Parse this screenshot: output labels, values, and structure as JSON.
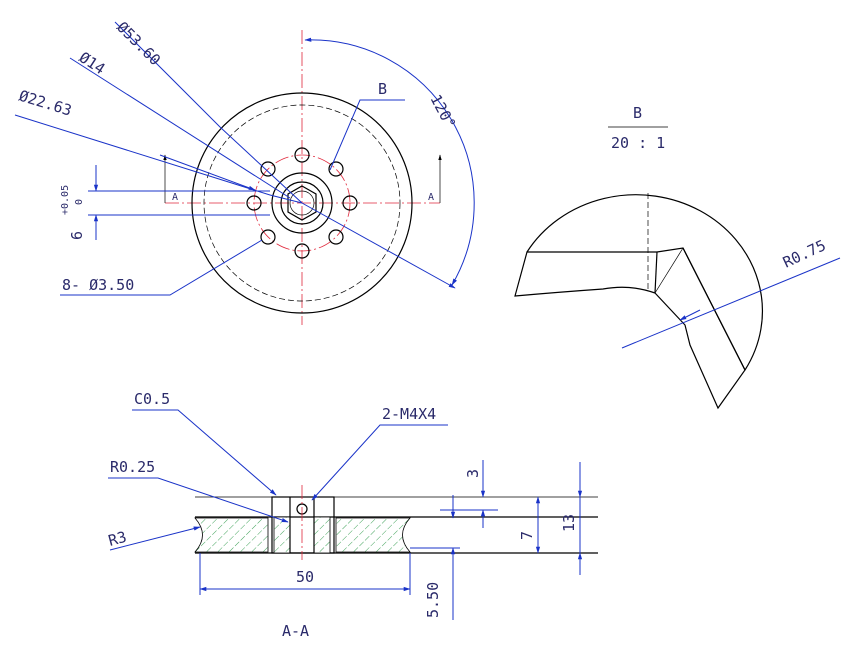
{
  "front_view": {
    "dim_outer": "Ø53.60",
    "dim_mid": "Ø14",
    "dim_pitch": "Ø22.63",
    "dim_holes": "8- Ø3.50",
    "dim_angle": "120°",
    "dim_bore": "6",
    "dim_tol_upper": "+0.05",
    "dim_tol_lower": "0",
    "detail_callout": "B",
    "section_mark": "A"
  },
  "detail_view": {
    "label": "B",
    "scale": "20 : 1",
    "radius": "R0.75"
  },
  "section_view": {
    "title": "A-A",
    "chamfer": "C0.5",
    "thread": "2-M4X4",
    "radius_small": "R0.25",
    "radius_large": "R3",
    "dim_width": "50",
    "dim_offset": "5.50",
    "dim_3": "3",
    "dim_7": "7",
    "dim_13": "13"
  },
  "colors": {
    "outline": "#000000",
    "dimension": "#1a33c8",
    "centerline": "#e0283c",
    "hatch": "#2e9a4a"
  }
}
